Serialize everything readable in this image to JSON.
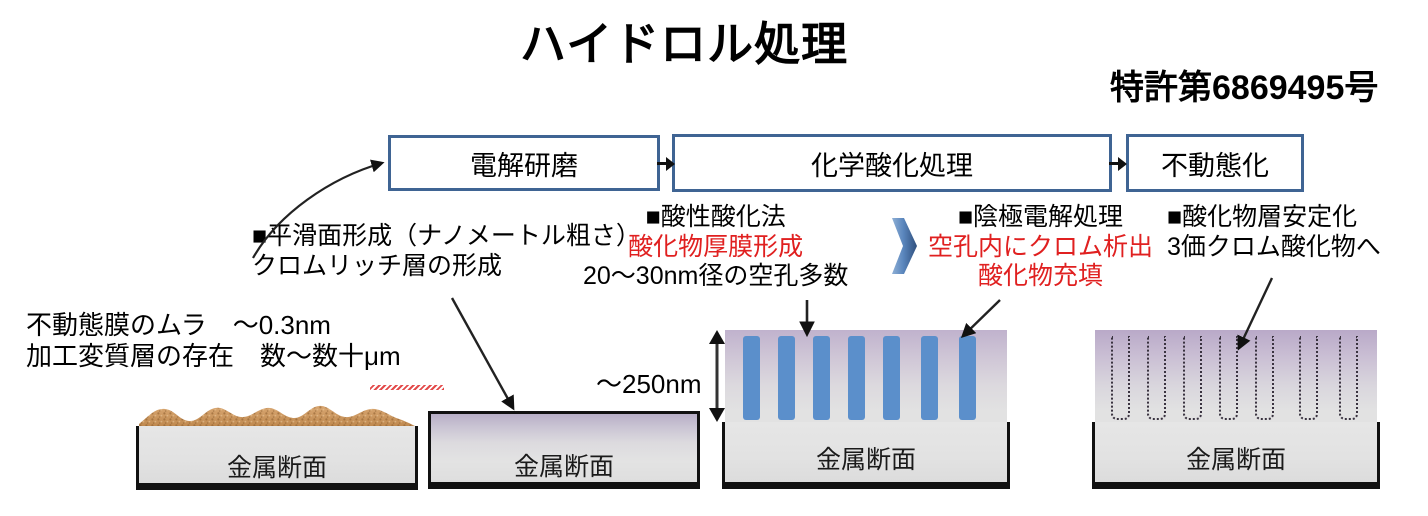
{
  "header": {
    "title": "ハイドロル処理",
    "patent_number": "特許第6869495号"
  },
  "process_flow": {
    "steps": [
      {
        "label": "電解研磨"
      },
      {
        "label": "化学酸化処理"
      },
      {
        "label": "不動態化"
      }
    ],
    "connector_icon": "right-arrow-icon",
    "mid_chevron_icon": "blue-chevron-right-icon"
  },
  "notes": {
    "initial_state": {
      "line1": "不動態膜のムラ　～0.3nm",
      "line2": "加工変質層の存在　数～数十μm"
    },
    "electropolish": {
      "line1": "■平滑面形成（ナノメートル粗さ）",
      "line2": "クロムリッチ層の形成"
    },
    "acid_oxidation": {
      "line1": "■酸性酸化法",
      "line2": "酸化物厚膜形成",
      "line3": "20～30nm径の空孔多数"
    },
    "cathodic": {
      "line1": "■陰極電解処理",
      "line2": "空孔内にクロム析出",
      "line3": "酸化物充填"
    },
    "stabilize": {
      "line1": "■酸化物層安定化",
      "line2": "3価クロム酸化物へ"
    }
  },
  "dimension": {
    "oxide_thickness": "～250nm"
  },
  "cross_sections": [
    {
      "caption": "金属断面",
      "surface": "rough-sand-layer"
    },
    {
      "caption": "金属断面",
      "surface": "smooth-gradient-layer"
    },
    {
      "caption": "金属断面",
      "surface": "porous-oxide-blue-pores"
    },
    {
      "caption": "金属断面",
      "surface": "porous-oxide-filled-pores"
    }
  ],
  "colors": {
    "box_border": "#3f6493",
    "highlight_red": "#e02020",
    "pore_blue": "#5b8fcb",
    "sand_brown": "#c8925a",
    "oxide_purple": "#c0b2cd",
    "metal_gray": "#e2e2e2"
  }
}
